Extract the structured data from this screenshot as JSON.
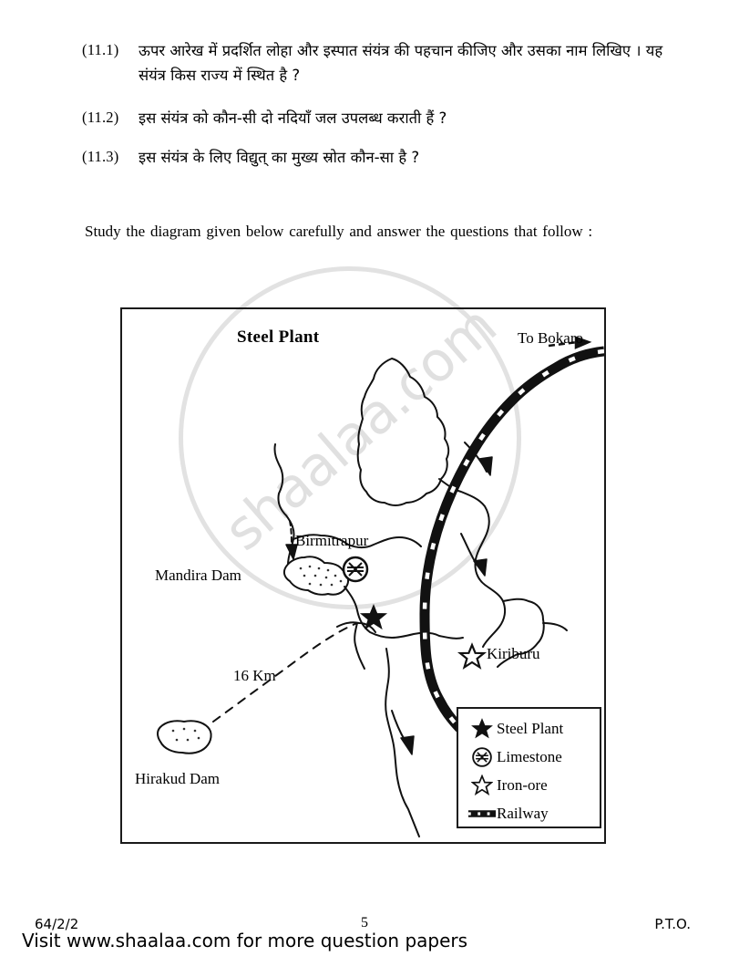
{
  "questions": [
    {
      "number": "(11.1)",
      "text": "ऊपर आरेख में प्रदर्शित लोहा और इस्पात संयंत्र की पहचान कीजिए और उसका नाम लिखिए । यह संयंत्र किस राज्य में स्थित है ?"
    },
    {
      "number": "(11.2)",
      "text": "इस संयंत्र को कौन-सी दो नदियाँ जल उपलब्ध कराती हैं ?"
    },
    {
      "number": "(11.3)",
      "text": "इस संयंत्र के लिए विद्युत् का मुख्य स्रोत कौन-सा है ?"
    }
  ],
  "instruction": "Study the diagram given below carefully and answer the questions that follow :",
  "map": {
    "title": "Steel Plant",
    "labels": {
      "to_bokaro": "To Bokaro",
      "birmitrapur": "Birmitrapur",
      "mandira_dam": "Mandira Dam",
      "distance": "16 Km",
      "hirakud_dam": "Hirakud Dam",
      "kiriburu": "Kiriburu"
    },
    "legend": [
      {
        "symbol": "filled-star-icon",
        "label": "Steel Plant"
      },
      {
        "symbol": "limestone-icon",
        "label": "Limestone"
      },
      {
        "symbol": "hollow-star-icon",
        "label": "Iron-ore"
      },
      {
        "symbol": "railway-line-icon",
        "label": "Railway"
      }
    ]
  },
  "watermark": {
    "text": "shaalaa.com",
    "color": "#e0e0e0"
  },
  "footer": {
    "paper_code": "64/2/2",
    "page_number": "5",
    "pto": "P.T.O.",
    "promo": "Visit www.shaalaa.com for more question papers"
  }
}
